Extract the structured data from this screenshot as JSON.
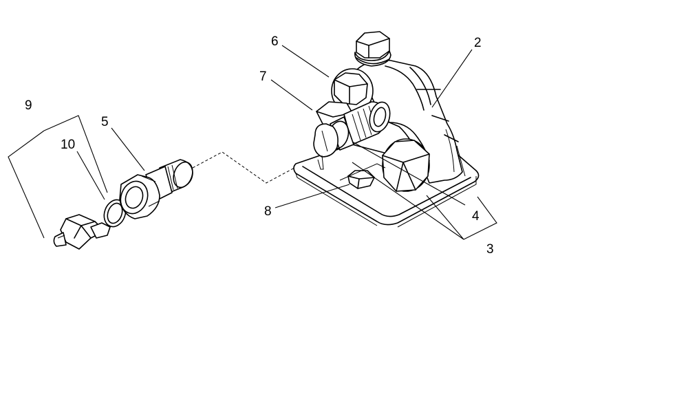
{
  "callouts": [
    {
      "id": "c2",
      "text": "2"
    },
    {
      "id": "c3",
      "text": "3"
    },
    {
      "id": "c4",
      "text": "4"
    },
    {
      "id": "c5",
      "text": "5"
    },
    {
      "id": "c6",
      "text": "6"
    },
    {
      "id": "c7",
      "text": "7"
    },
    {
      "id": "c8",
      "text": "8"
    },
    {
      "id": "c9",
      "text": "9"
    },
    {
      "id": "c10",
      "text": "10"
    }
  ]
}
